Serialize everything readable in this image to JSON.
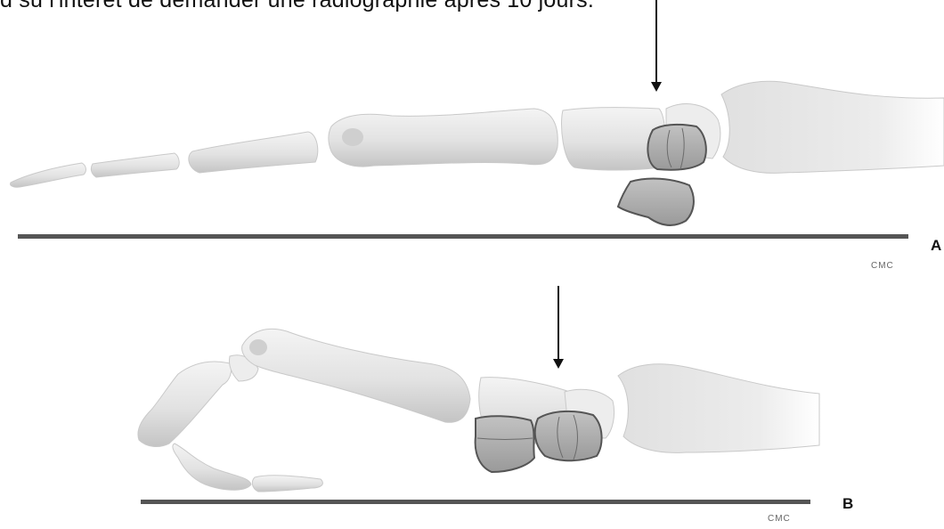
{
  "header": {
    "text": "d su l'intérêt de demander une radiographie après 10 jours."
  },
  "panels": [
    {
      "label": "A",
      "credit": "CMC"
    },
    {
      "label": "B",
      "credit": "CMC"
    }
  ],
  "colors": {
    "bone_fill": "#e6e6e6",
    "bone_shade": "#bdbdbd",
    "bone_outline": "#c9c9c9",
    "fragment_fill": "#a9a9a9",
    "fragment_outline": "#555555",
    "ground_line": "#555555",
    "arrow": "#111111"
  }
}
